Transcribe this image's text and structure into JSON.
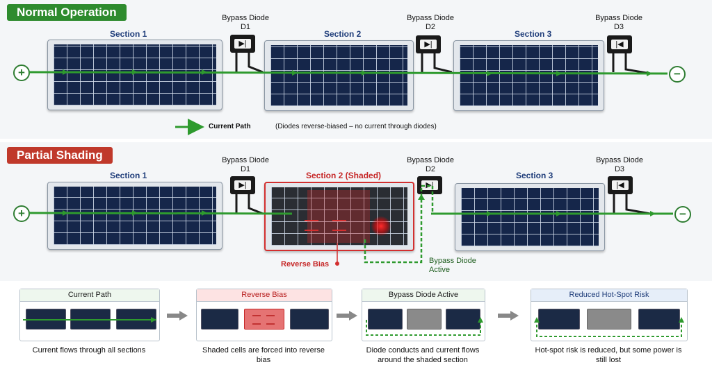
{
  "top": {
    "title": "Normal Operation",
    "section1": "Section 1",
    "section2": "Section 2",
    "section3": "Section 3",
    "diode1": "Bypass Diode D1",
    "diode2": "Bypass Diode D2",
    "diode3": "Bypass Diode D3",
    "plus": "+",
    "minus": "−",
    "legend": "Current Path",
    "note": "(Diodes reverse-biased – no current through diodes)"
  },
  "mid": {
    "title": "Partial Shading",
    "section1": "Section 1",
    "section2": "Section 2 (Shaded)",
    "section3": "Section 3",
    "diode1": "Bypass Diode D1",
    "diode2": "Bypass Diode D2",
    "diode3": "Bypass Diode D3",
    "plus": "+",
    "minus": "−",
    "reverse_bias": "Reverse Bias",
    "bypass_active": "Bypass Diode Active"
  },
  "steps": [
    {
      "title": "Current Path",
      "caption": "Current flows through all sections"
    },
    {
      "title": "Reverse Bias",
      "caption": "Shaded cells are forced into reverse bias"
    },
    {
      "title": "Bypass Diode Active",
      "caption": "Diode conducts and current flows around the shaded section"
    },
    {
      "title": "Reduced Hot-Spot Risk",
      "caption": "Hot-spot risk is reduced, but some power is still lost"
    }
  ],
  "colors": {
    "normal_tag": "#2e8b2e",
    "shading_tag": "#c0392b",
    "current": "#2e9a2e",
    "reverse": "#d32f2f",
    "section_label": "#1f3d7a"
  },
  "icons": {
    "diode": "diode-symbol",
    "terminal_positive": "plus-circle",
    "terminal_negative": "minus-circle",
    "step_arrow": "right-arrow"
  }
}
